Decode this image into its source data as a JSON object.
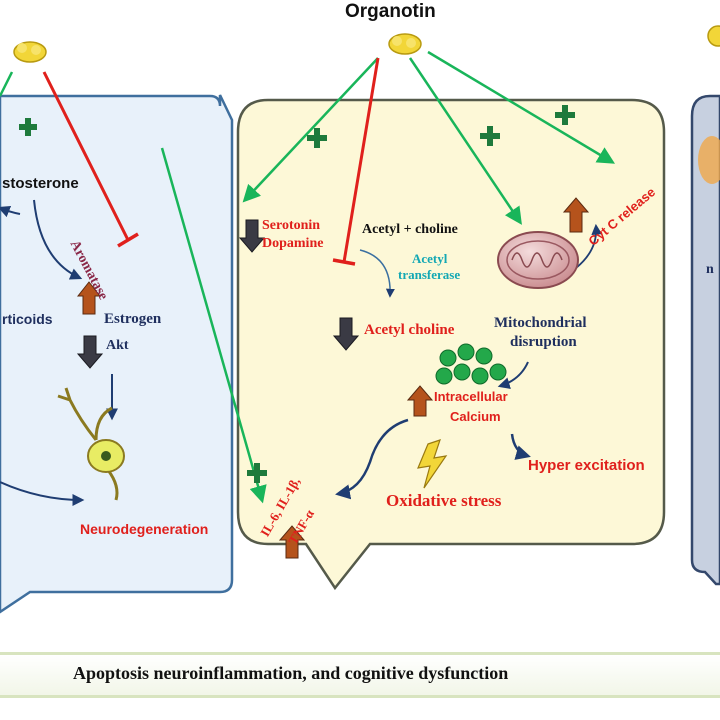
{
  "title": "Organotin",
  "left_panel": {
    "testosterone": "stosterone",
    "aromatase": "Aromatase",
    "corticoids": "rticoids",
    "estrogen": "Estrogen",
    "akt": "Akt",
    "neurodegeneration": "Neurodegeneration"
  },
  "center_panel": {
    "serotonin": "Serotonin",
    "dopamine": "Dopamine",
    "acetyl_choline_in": "Acetyl + choline",
    "acetyl_transferase_1": "Acetyl",
    "acetyl_transferase_2": "transferase",
    "acetyl_choline": "Acetyl choline",
    "cyt_c": "Cyt C release",
    "mito_1": "Mitochondrial",
    "mito_2": "disruption",
    "intracellular": "Intracellular",
    "calcium": "Calcium",
    "hyper": "Hyper excitation",
    "oxidative": "Oxidative stress",
    "cytokines": "IL-6, IL-1β,",
    "tnf": "TNF-α"
  },
  "right_panel": {
    "fragment": "n"
  },
  "bottom_text": "Apoptosis neuroinflammation, and cognitive dysfunction",
  "colors": {
    "left_panel_fill": "#e8f1fa",
    "center_panel_fill": "#fdf8d7",
    "right_panel_fill": "#c7d0e0",
    "inhibit": "#e0201c",
    "activate": "#19b55a",
    "pathway": "#1f3d72",
    "up_arrow": "#b5531c",
    "down_arrow": "#3a3a44"
  }
}
